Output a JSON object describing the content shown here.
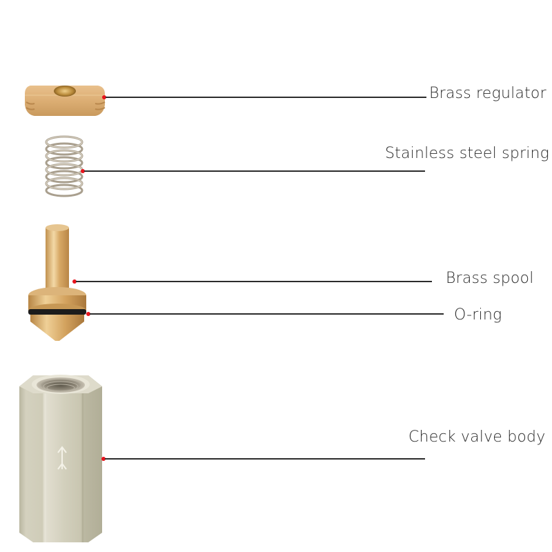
{
  "diagram": {
    "type": "exploded-parts-callout",
    "colors": {
      "background": "#ffffff",
      "leader_line": "#2b2b2b",
      "anchor_dot": "#e8141c",
      "label_text": "#2a2a2a",
      "brass": "#d9ad6e",
      "steel_body": "#c9c6b2"
    },
    "parts": [
      {
        "id": "brass-regulator",
        "label": "Brass regulator"
      },
      {
        "id": "stainless-steel-spring",
        "label": "Stainless steel spring"
      },
      {
        "id": "brass-spool",
        "label": "Brass spool"
      },
      {
        "id": "o-ring",
        "label": "O-ring"
      },
      {
        "id": "check-valve-body",
        "label": "Check valve body"
      }
    ]
  }
}
